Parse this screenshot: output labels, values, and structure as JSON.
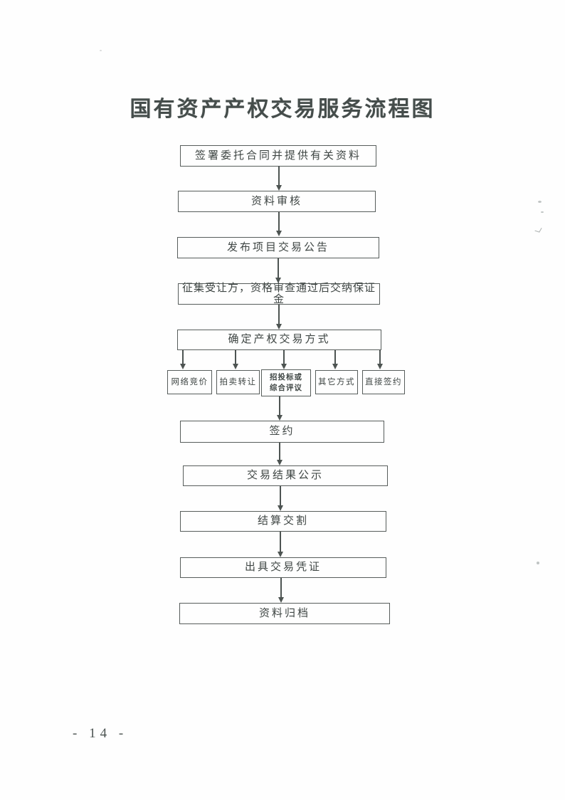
{
  "document": {
    "title": "国有资产产权交易服务流程图",
    "page_number": "- 14 -"
  },
  "flowchart": {
    "step_sign_contract": "签署委托合同并提供有关资料",
    "step_material_review": "资料审核",
    "step_publish_announcement": "发布项目交易公告",
    "step_solicit_transferee": "征集受让方，资格审查通过后交纳保证金",
    "step_determine_method": "确定产权交易方式",
    "branch_online_bidding": "网络竞价",
    "branch_auction_transfer": "拍卖转让",
    "branch_tender_line1": "招投标或",
    "branch_tender_line2": "综合评议",
    "branch_other_method": "其它方式",
    "branch_direct_signing": "直接签约",
    "step_signing": "签约",
    "step_result_publicity": "交易结果公示",
    "step_settlement": "结算交割",
    "step_issue_voucher": "出具交易凭证",
    "step_archive": "资料归档"
  }
}
